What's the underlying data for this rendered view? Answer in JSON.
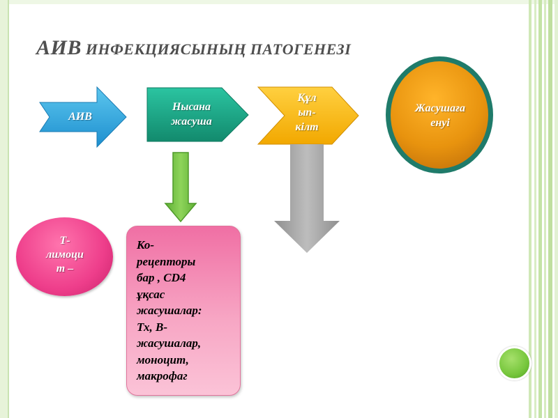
{
  "slide": {
    "title_prefix": "АИВ",
    "title_rest": " ИНФЕКЦИЯСЫНЫҢ ПАТОГЕНЕЗІ"
  },
  "arrows": {
    "aiv": "АИВ",
    "target_cell_line1": "Нысана",
    "target_cell_line2": "жасуша",
    "key_line1": "Құл",
    "key_line2": "ып-",
    "key_line3": "кілт"
  },
  "cell_entry": {
    "line1": "Жасушаға",
    "line2": "енуі"
  },
  "t_lymphocyte": {
    "line1": "Т-",
    "line2": "лимоци",
    "line3": "т –"
  },
  "coreceptor_box": {
    "lines": [
      "Ко-",
      "рецепторы",
      "бар , CD4",
      "ұқсас",
      "жасушалар:",
      "Тх, В-",
      "жасушалар,",
      "моноцит,",
      "макрофаг"
    ]
  },
  "colors": {
    "aiv_arrow": "#2ca7de",
    "target_arrow": "#1fae8e",
    "key_arrow": "#f9b90f",
    "cell_entry": "#e08c0c",
    "cell_entry_border": "#1f7b6a",
    "t_lymphocyte": "#ee3e8b",
    "coreceptor_box": "#f7a3c2",
    "green_arrow": "#74c043",
    "grey_arrow": "#9b9b9b",
    "decor_dot": "#7ccb3f"
  }
}
